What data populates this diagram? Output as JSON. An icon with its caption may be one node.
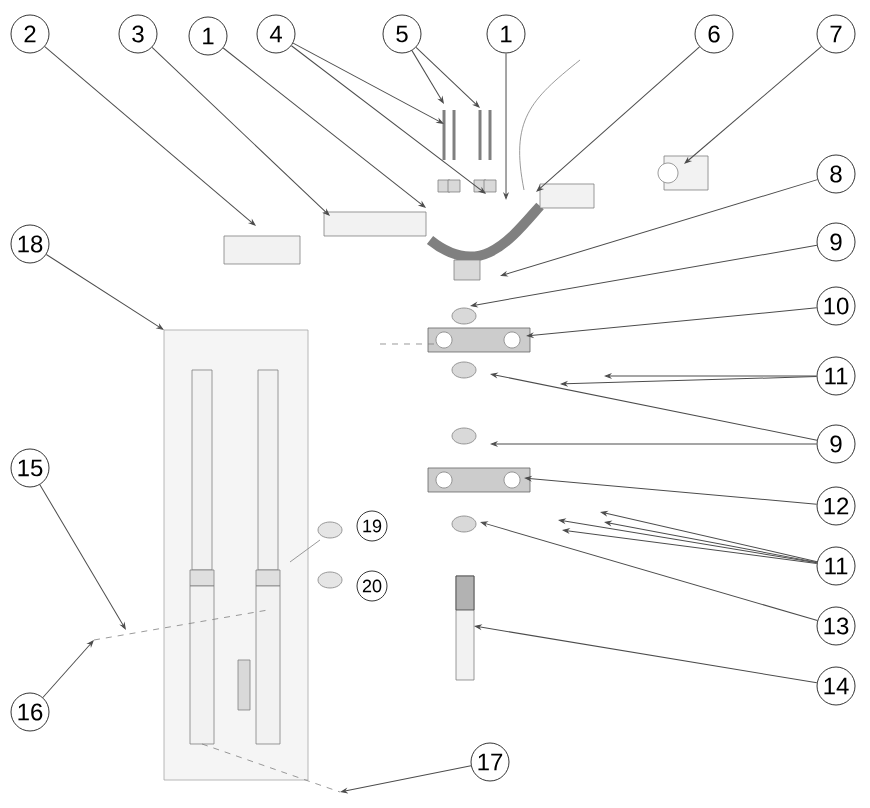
{
  "diagram": {
    "nodes": [
      {
        "text": [
          "2"
        ]
      },
      {
        "text": [
          "3"
        ]
      },
      {
        "text": [
          "1"
        ]
      },
      {
        "text": [
          "4"
        ]
      },
      {
        "text": [
          "5"
        ]
      },
      {
        "text": [
          "1"
        ]
      },
      {
        "text": [
          "6"
        ]
      },
      {
        "text": [
          "7"
        ]
      },
      {
        "text": [
          "8"
        ]
      },
      {
        "text": [
          "18"
        ]
      },
      {
        "text": [
          "9"
        ]
      },
      {
        "text": [
          "10"
        ]
      },
      {
        "text": [
          "11"
        ]
      },
      {
        "text": [
          "9"
        ]
      },
      {
        "text": [
          "15"
        ]
      },
      {
        "text": [
          "12"
        ]
      },
      {
        "text": [
          "19"
        ]
      },
      {
        "text": [
          "11"
        ]
      },
      {
        "text": [
          "20"
        ]
      },
      {
        "text": [
          "13"
        ]
      },
      {
        "text": [
          "14"
        ]
      },
      {
        "text": [
          "16"
        ]
      },
      {
        "text": [
          "17"
        ]
      }
    ],
    "edges": [
      {
        "from": 0,
        "to": null,
        "arrow": "to"
      },
      {
        "from": 1,
        "to": null,
        "arrow": "to"
      },
      {
        "from": 2,
        "to": null,
        "arrow": "to"
      },
      {
        "from": 3,
        "to": null,
        "arrow": "to"
      },
      {
        "from": 3,
        "to": null,
        "arrow": "to"
      },
      {
        "from": 4,
        "to": null,
        "arrow": "to"
      },
      {
        "from": 4,
        "to": null,
        "arrow": "to"
      },
      {
        "from": 5,
        "to": null,
        "arrow": "to"
      },
      {
        "from": 6,
        "to": null,
        "arrow": "to"
      },
      {
        "from": 7,
        "to": null,
        "arrow": "to"
      },
      {
        "from": 8,
        "to": null,
        "arrow": "to"
      },
      {
        "from": 9,
        "to": null,
        "arrow": "to"
      },
      {
        "from": 10,
        "to": null,
        "arrow": "to"
      },
      {
        "from": 11,
        "to": null,
        "arrow": "to"
      },
      {
        "from": 12,
        "to": null,
        "arrow": "to"
      },
      {
        "from": 12,
        "to": null,
        "arrow": "to"
      },
      {
        "from": 13,
        "to": null,
        "arrow": "to"
      },
      {
        "from": 13,
        "to": null,
        "arrow": "to"
      },
      {
        "from": 14,
        "to": null,
        "arrow": "to"
      },
      {
        "from": 15,
        "to": null,
        "arrow": "to"
      },
      {
        "from": 17,
        "to": null,
        "arrow": "to"
      },
      {
        "from": 17,
        "to": null,
        "arrow": "to"
      },
      {
        "from": 17,
        "to": null,
        "arrow": "to"
      },
      {
        "from": 17,
        "to": null,
        "arrow": "to"
      },
      {
        "from": 19,
        "to": null,
        "arrow": "to"
      },
      {
        "from": 20,
        "to": null,
        "arrow": "to"
      },
      {
        "from": 21,
        "to": null,
        "arrow": "to"
      },
      {
        "from": 22,
        "to": null,
        "arrow": "to"
      }
    ]
  }
}
